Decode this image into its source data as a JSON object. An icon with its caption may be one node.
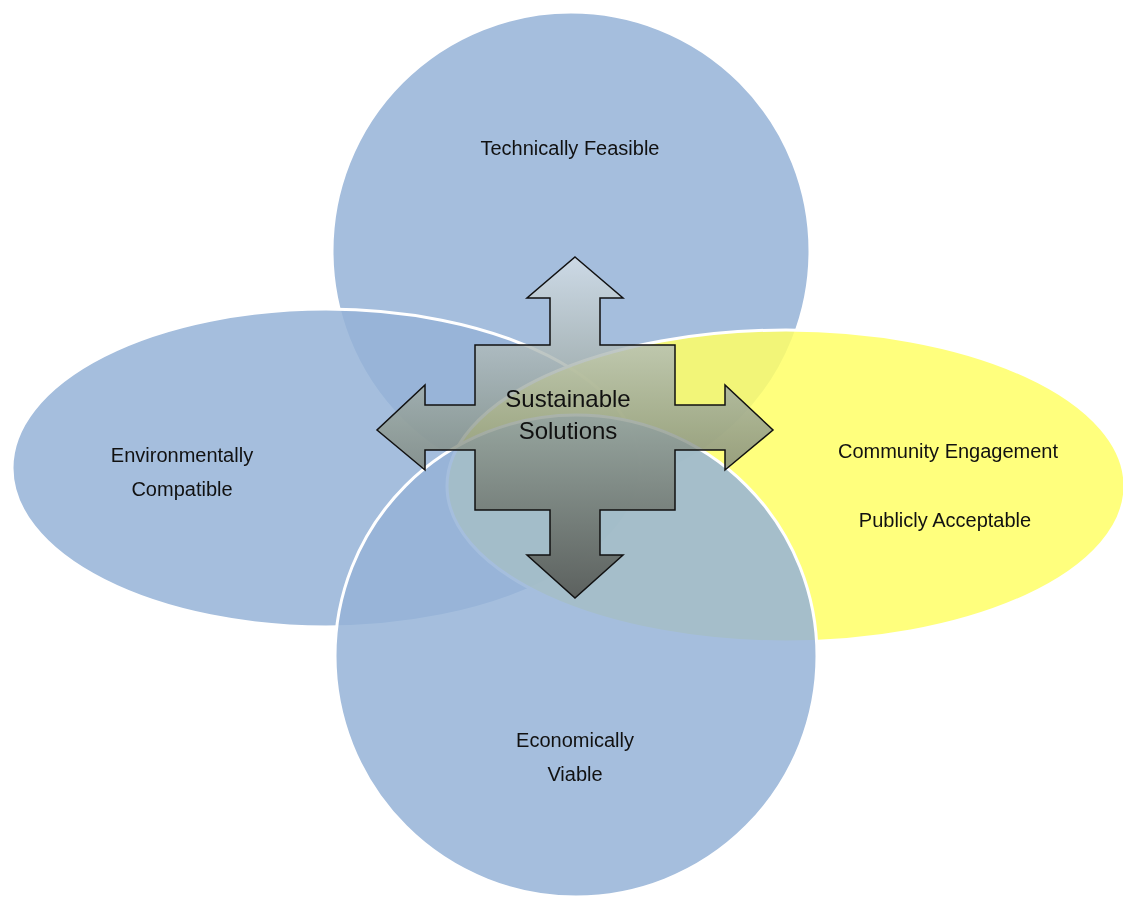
{
  "diagram": {
    "nodes": [
      {
        "text": [
          "Technically Feasible"
        ]
      },
      {
        "text": [
          "Environmentally Compatible"
        ]
      },
      {
        "text": [
          "Sustainable Solutions"
        ]
      },
      {
        "text": [
          "Community Engagement",
          "Publicly Acceptable"
        ]
      },
      {
        "text": [
          "Economically Viable"
        ]
      }
    ],
    "edges": []
  }
}
